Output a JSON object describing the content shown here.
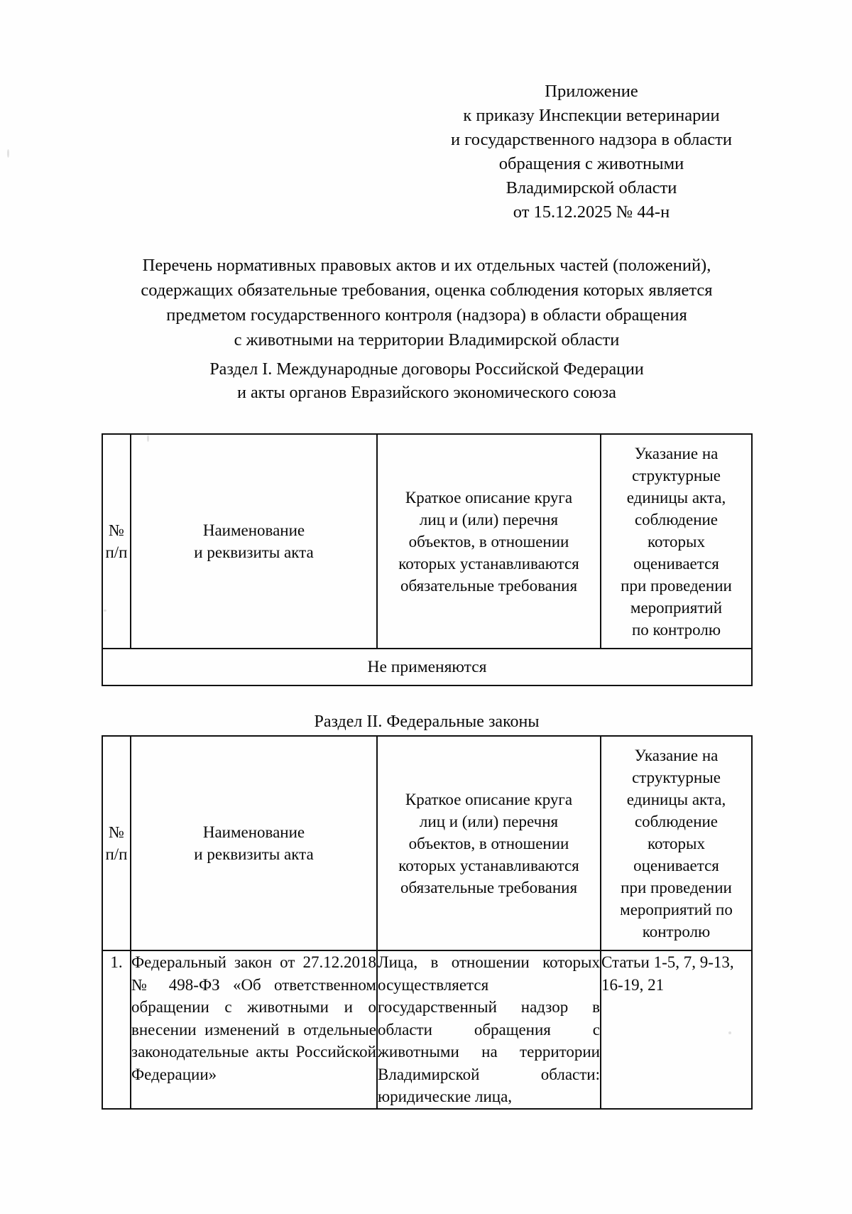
{
  "document": {
    "header_lines": [
      "Приложение",
      "к приказу Инспекции ветеринарии",
      "и государственного надзора в области",
      "обращения с животными",
      "Владимирской области",
      "от 15.12.2025 № 44-н"
    ],
    "title_lines": [
      "Перечень нормативных правовых актов и их отдельных частей (положений),",
      "содержащих обязательные требования, оценка соблюдения которых является",
      "предметом государственного контроля (надзора) в области обращения",
      "с животными на территории Владимирской области"
    ]
  },
  "sections": [
    {
      "heading_lines": [
        "Раздел I. Международные договоры Российской Федерации",
        "и акты органов Евразийского экономического союза"
      ],
      "columns": {
        "num": [
          "№",
          "п/п"
        ],
        "name": [
          "Наименование",
          "и реквизиты акта"
        ],
        "description": [
          "Краткое описание круга",
          "лиц и (или) перечня",
          "объектов, в отношении",
          "которых устанавливаются",
          "обязательные требования"
        ],
        "units": [
          "Указание на",
          "структурные",
          "единицы акта,",
          "соблюдение",
          "которых",
          "оценивается",
          "при проведении",
          "мероприятий",
          "по контролю"
        ]
      },
      "empty_row_text": "Не применяются",
      "rows": []
    },
    {
      "heading_lines": [
        "Раздел II. Федеральные законы"
      ],
      "columns": {
        "num": [
          "№",
          "п/п"
        ],
        "name": [
          "Наименование",
          "и реквизиты акта"
        ],
        "description": [
          "Краткое описание круга",
          "лиц и (или) перечня",
          "объектов, в отношении",
          "которых устанавливаются",
          "обязательные требования"
        ],
        "units": [
          "Указание на",
          "структурные",
          "единицы акта,",
          "соблюдение",
          "которых",
          "оценивается",
          "при проведении",
          "мероприятий по",
          "контролю"
        ]
      },
      "rows": [
        {
          "num": "1.",
          "name": "Федеральный закон от 27.12.2018 № 498-ФЗ «Об ответственном обращении с животными и о внесении изменений в отдельные законодательные акты Российской Федерации»",
          "description": "Лица, в отношении которых осуществляется государственный надзор в области обращения с животными на территории Владимирской области: юридические лица,",
          "units": "Статьи 1-5, 7, 9-13, 16-19, 21"
        }
      ]
    }
  ]
}
